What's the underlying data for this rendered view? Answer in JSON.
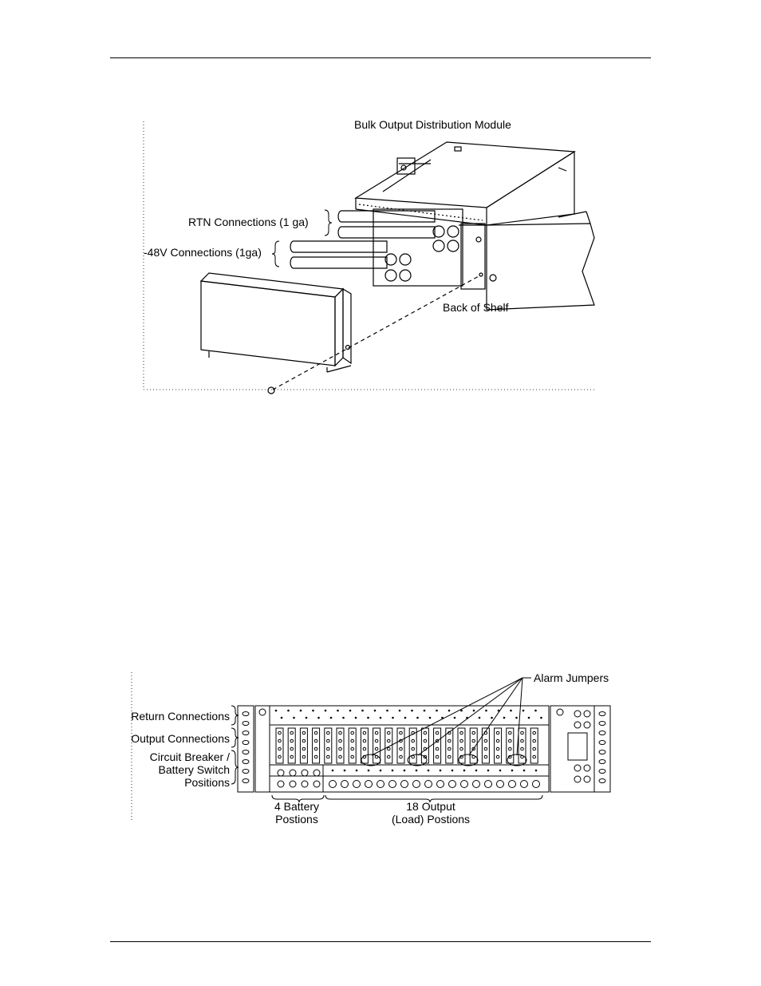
{
  "figure_top": {
    "labels": {
      "module": "Bulk Output Distribution Module",
      "rtn": "RTN Connections (1 ga)",
      "neg48": "-48V Connections (1ga)",
      "back": "Back of Shelf"
    }
  },
  "figure_bottom": {
    "labels": {
      "alarm": "Alarm Jumpers",
      "return_conn": "Return Connections",
      "output_conn": "Output Connections",
      "cb_line1": "Circuit Breaker /",
      "cb_line2": "Battery Switch",
      "cb_line3": "Positions",
      "battery_line1": "4 Battery",
      "battery_line2": "Postions",
      "output_line1": "18 Output",
      "output_line2": "(Load) Postions"
    }
  }
}
